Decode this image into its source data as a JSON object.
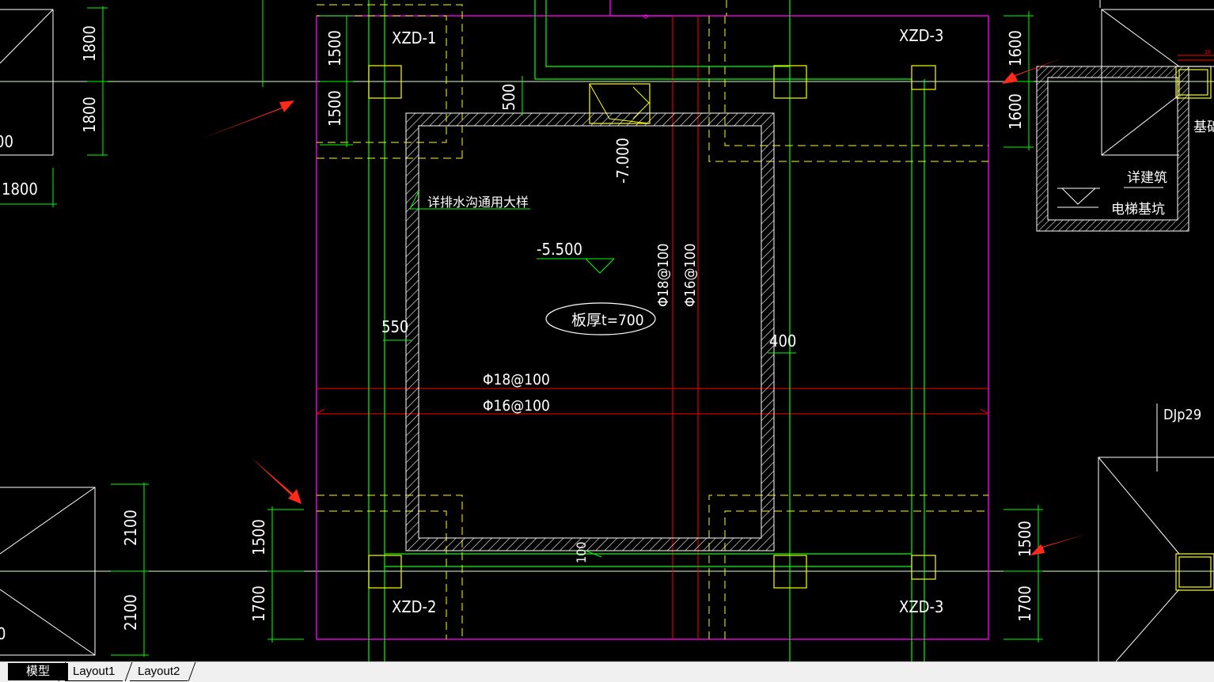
{
  "drawing": {
    "column_labels": {
      "top_left": "XZD-1",
      "top_right": "XZD-3",
      "bottom_left": "XZD-2",
      "bottom_right": "XZD-3"
    },
    "dims_left": {
      "top_a": "1800",
      "top_b": "1800",
      "horiz": "1800",
      "bottom_a": "2100",
      "bottom_b": "2100",
      "cut": "00",
      "cut_b": "0"
    },
    "dims_inner_left": {
      "top_a": "1500",
      "top_b": "1500",
      "bottom_a": "1500",
      "bottom_b": "1700"
    },
    "dims_right": {
      "top_a": "1600",
      "top_b": "1600",
      "bottom_a": "1500",
      "bottom_b": "1700"
    },
    "dim_500": "500",
    "elev_pit_top": "-7.000",
    "drain_note": "详排水沟通用大样",
    "elev_slab": "-5.500",
    "slab_thickness": "板厚t=700",
    "rebar_v1": "Φ18@100",
    "rebar_v2": "Φ16@100",
    "rebar_h1": "Φ18@100",
    "rebar_h2": "Φ16@100",
    "wall_left": "550",
    "wall_right": "400",
    "wall_bottom": "100",
    "detail_note_1": "详建筑",
    "detail_note_2": "电梯基坑",
    "edge_label": "基础",
    "mini_dims": "18",
    "foundation_label": "DJp29"
  },
  "tabs": {
    "model": "模型",
    "layout1": "Layout1",
    "layout2": "Layout2"
  },
  "colors": {
    "magenta": "#ff00ff",
    "green": "#00ff00",
    "yellow": "#ffff00",
    "red": "#ff0000",
    "white": "#ffffff",
    "arrow": "#ff2a1a"
  }
}
